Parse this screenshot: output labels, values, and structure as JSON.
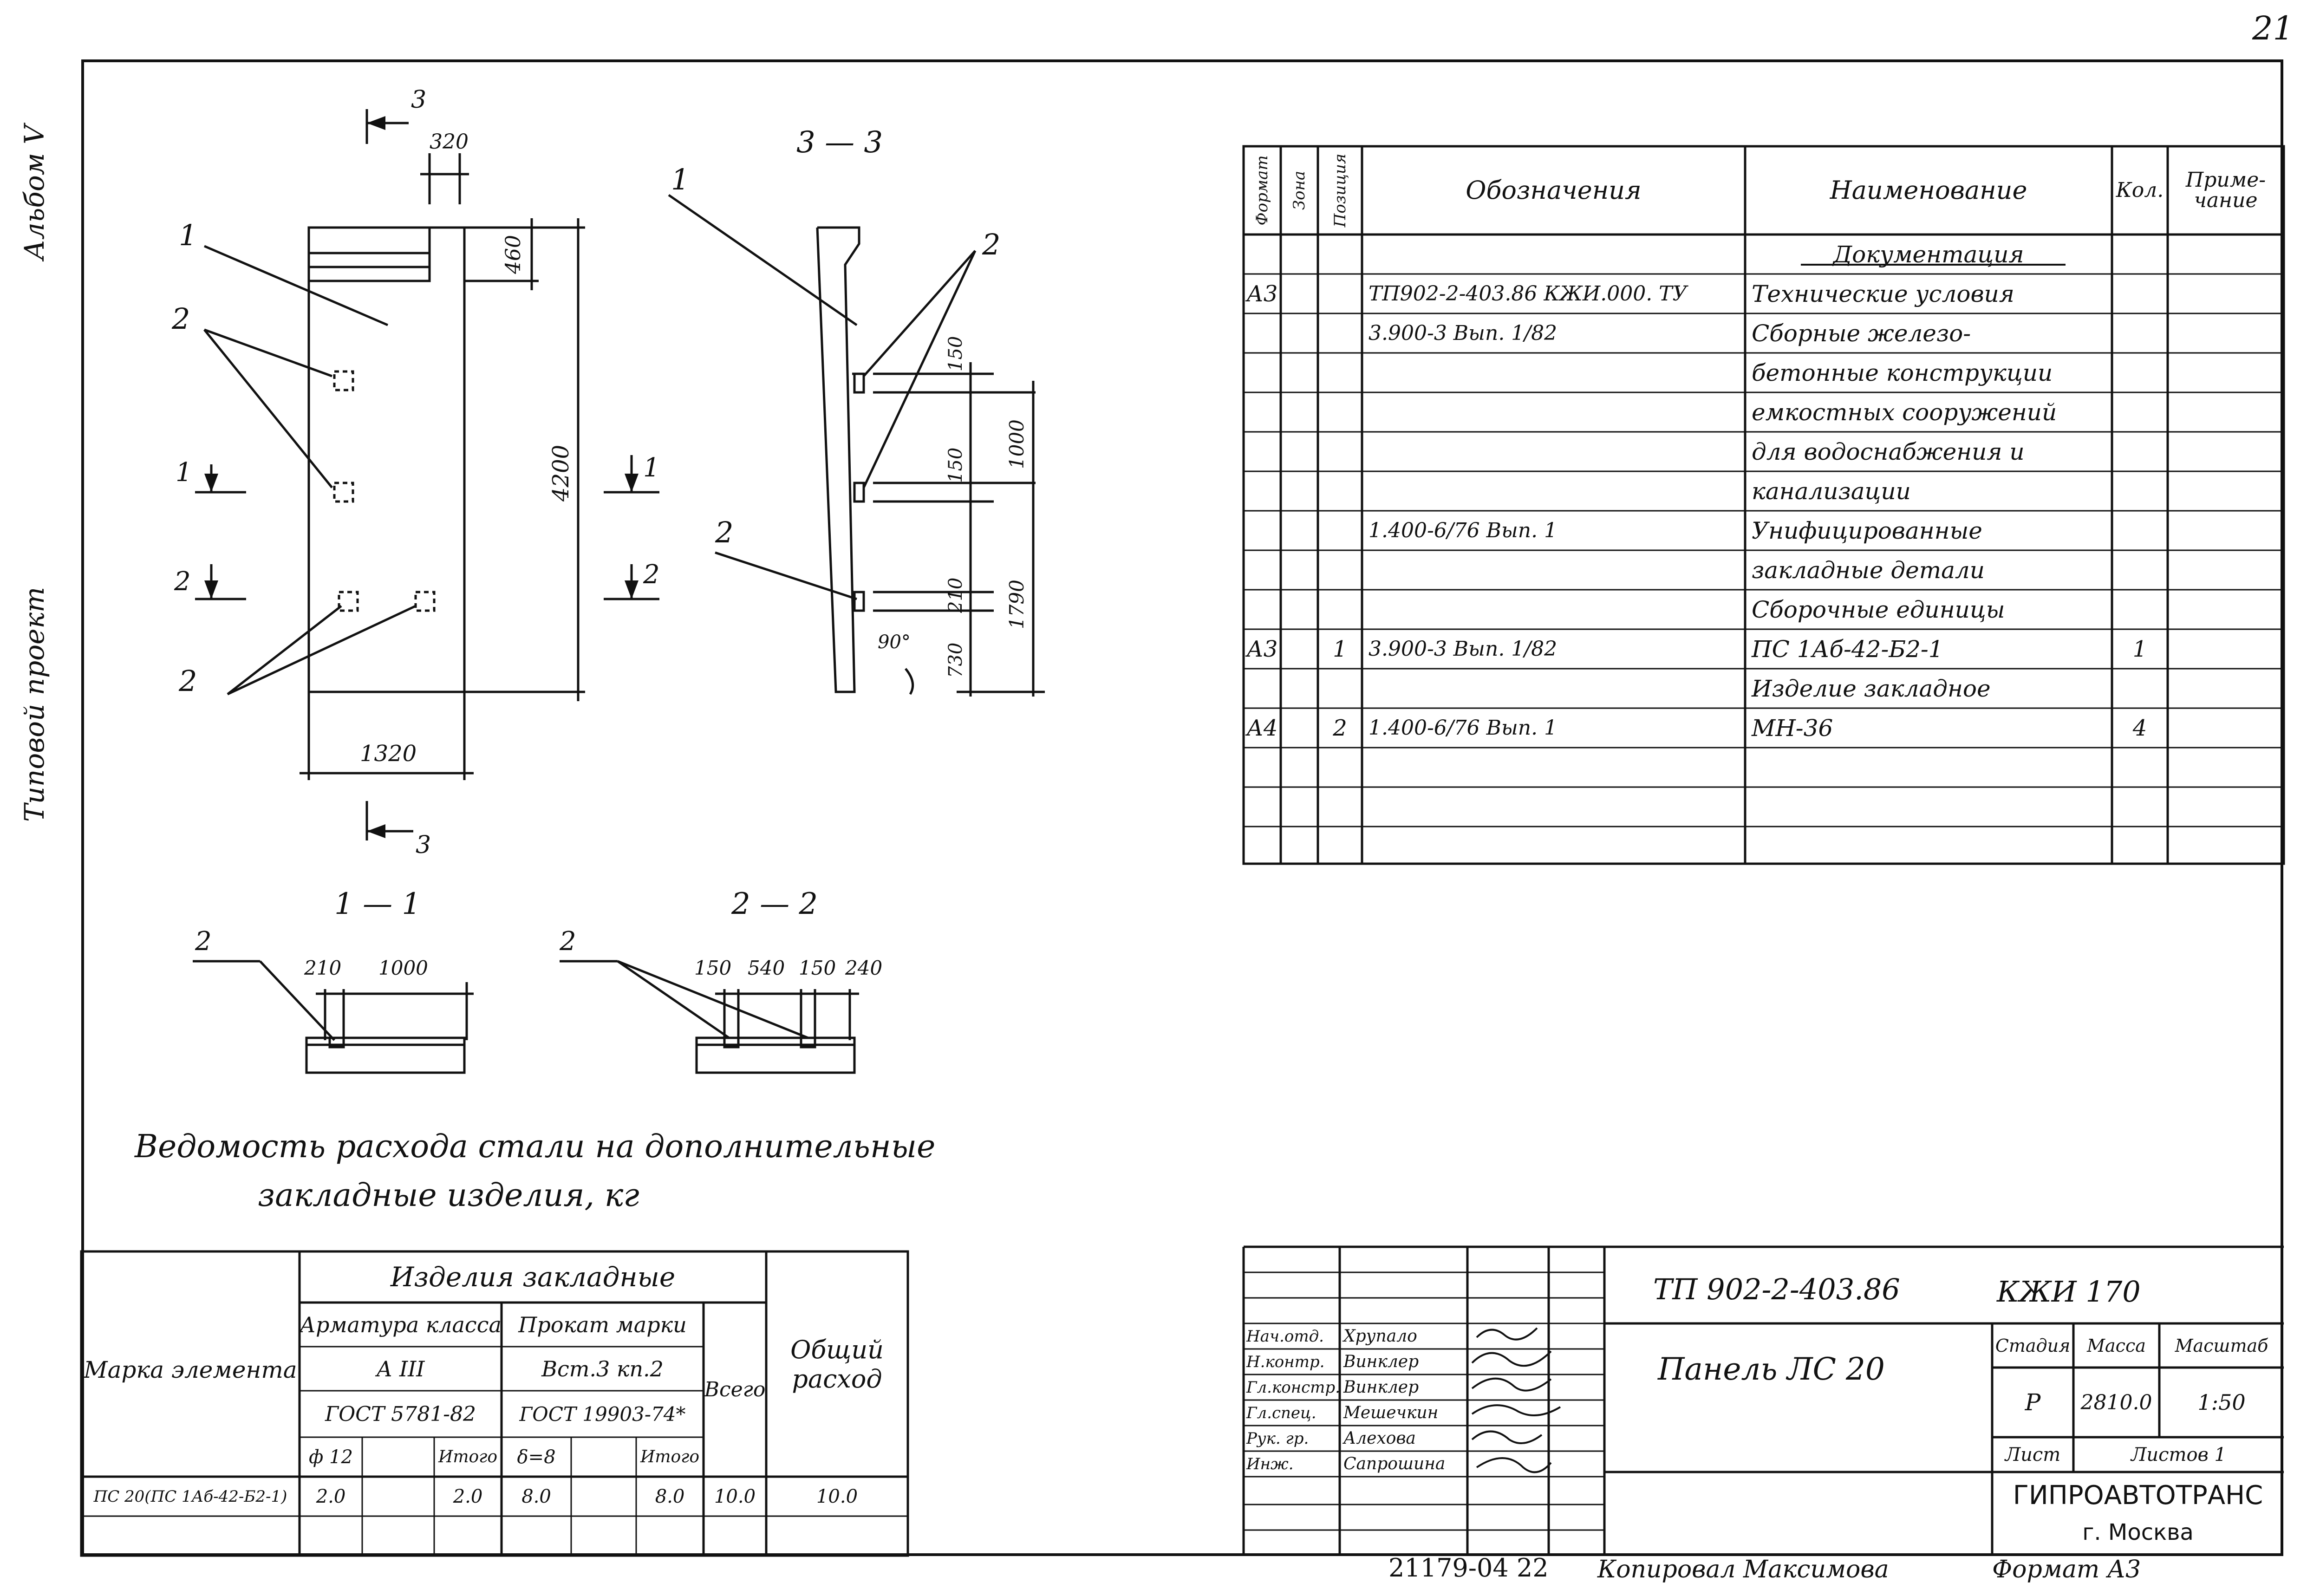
{
  "page_number": "21",
  "margin_left": {
    "album": "Альбом V",
    "project": "Типовой проект"
  },
  "drawing": {
    "main_view": {
      "dims": {
        "top": "320",
        "tab": "460",
        "height": "4200",
        "width": "1320"
      },
      "labels": {
        "pos1": "1",
        "pos2": "2",
        "cut3": "3",
        "cut1": "1",
        "cut2": "2"
      }
    },
    "section_33": {
      "title": "3 — 3",
      "dims": [
        "150",
        "1000",
        "150",
        "1790",
        "210",
        "730",
        "90°"
      ]
    },
    "section_11": {
      "title": "1 — 1",
      "dims": [
        "210",
        "1000"
      ],
      "pos": "2"
    },
    "section_22": {
      "title": "2 — 2",
      "dims": [
        "150",
        "540",
        "150",
        "240"
      ],
      "pos": "2"
    }
  },
  "spec": {
    "headers": [
      "Формат",
      "Зона",
      "Позиция",
      "Обозначения",
      "Наименование",
      "Кол.",
      "Приме- чание"
    ],
    "rows": [
      [
        "",
        "",
        "",
        "",
        "Документация",
        "",
        ""
      ],
      [
        "А3",
        "",
        "",
        "ТП902-2-403.86 КЖИ.000. ТУ",
        "Технические условия",
        "",
        ""
      ],
      [
        "",
        "",
        "",
        "3.900-3 Вып. 1/82",
        "Сборные железо-",
        "",
        ""
      ],
      [
        "",
        "",
        "",
        "",
        "бетонные конструкции",
        "",
        ""
      ],
      [
        "",
        "",
        "",
        "",
        "емкостных сооружений",
        "",
        ""
      ],
      [
        "",
        "",
        "",
        "",
        "для водоснабжения и",
        "",
        ""
      ],
      [
        "",
        "",
        "",
        "",
        "канализации",
        "",
        ""
      ],
      [
        "",
        "",
        "",
        "1.400-6/76 Вып. 1",
        "Унифицированные",
        "",
        ""
      ],
      [
        "",
        "",
        "",
        "",
        "закладные детали",
        "",
        ""
      ],
      [
        "",
        "",
        "",
        "",
        "Сборочные единицы",
        "",
        ""
      ],
      [
        "А3",
        "",
        "1",
        "3.900-3 Вып. 1/82",
        "ПС 1Аб-42-Б2-1",
        "1",
        ""
      ],
      [
        "",
        "",
        "",
        "",
        "Изделие закладное",
        "",
        ""
      ],
      [
        "А4",
        "",
        "2",
        "1.400-6/76 Вып. 1",
        "МН-36",
        "4",
        ""
      ],
      [
        "",
        "",
        "",
        "",
        "",
        "",
        ""
      ]
    ]
  },
  "steel": {
    "title_line1": "Ведомость расхода стали на дополнительные",
    "title_line2": "закладные изделия, кг",
    "h_mark": "Марка элемента",
    "h_group": "Изделия закладные",
    "h_rebar": "Арматура класса",
    "h_rebar_class": "А III",
    "h_rebar_gost": "ГОСТ 5781-82",
    "h_prokat": "Прокат марки",
    "h_prokat_grade": "Вст.3 кп.2",
    "h_prokat_gost": "ГОСТ 19903-74*",
    "h_total": "Всего",
    "h_common": "Общий расход",
    "h_phi": "ф 12",
    "h_itogo1": "Итого",
    "h_delta": "δ=8",
    "h_itogo2": "Итого",
    "row": [
      "ПС 20(ПС 1Аб-42-Б2-1)",
      "2.0",
      "",
      "2.0",
      "8.0",
      "",
      "8.0",
      "10.0",
      "10.0"
    ]
  },
  "title_block": {
    "code": "ТП 902-2-403.86",
    "sheet_code": "КЖИ 170",
    "name": "Панель ЛС 20",
    "roles": [
      "Нач.отд.",
      "Н.контр.",
      "Гл.констр.",
      "Гл.спец.",
      "Рук. гр.",
      "Инж."
    ],
    "people": [
      "Хрупало",
      "Винклер",
      "Винклер",
      "Мешечкин",
      "Алехова",
      "Сапрошина"
    ],
    "stage_h": "Стадия",
    "mass_h": "Масса",
    "scale_h": "Масштаб",
    "stage": "Р",
    "mass": "2810.0",
    "scale": "1:50",
    "sheet_h": "Лист",
    "sheets_h": "Листов 1",
    "org": "ГИПРОАВТОТРАНС",
    "city": "г. Москва"
  },
  "footer": {
    "inventory": "21179-04 22",
    "copied": "Копировал Максимова",
    "format": "Формат А3"
  }
}
